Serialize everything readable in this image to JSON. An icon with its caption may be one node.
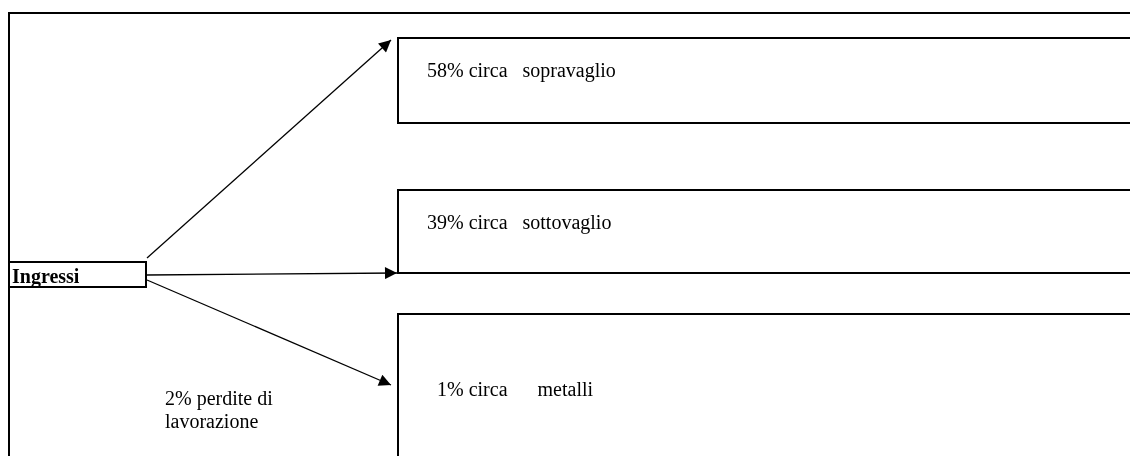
{
  "diagram": {
    "nodes": [
      {
        "text": [],
        "shape": "box"
      },
      {
        "text": [
          "Ingressi"
        ],
        "in": 0
      },
      {
        "text": [
          "58% circa   sopravaglio"
        ],
        "in": 0
      },
      {
        "text": [
          "39% circa   sottovaglio"
        ],
        "in": 0
      },
      {
        "text": [
          "1% circa      metalli"
        ],
        "in": 0
      }
    ],
    "edges": [
      {
        "from": 1,
        "to": 2,
        "arrow": "to"
      },
      {
        "from": 1,
        "to": 3,
        "arrow": "to"
      },
      {
        "from": 1,
        "to": 4,
        "arrow": "to"
      }
    ],
    "labels": [
      "2% perdite di lavorazione"
    ]
  }
}
